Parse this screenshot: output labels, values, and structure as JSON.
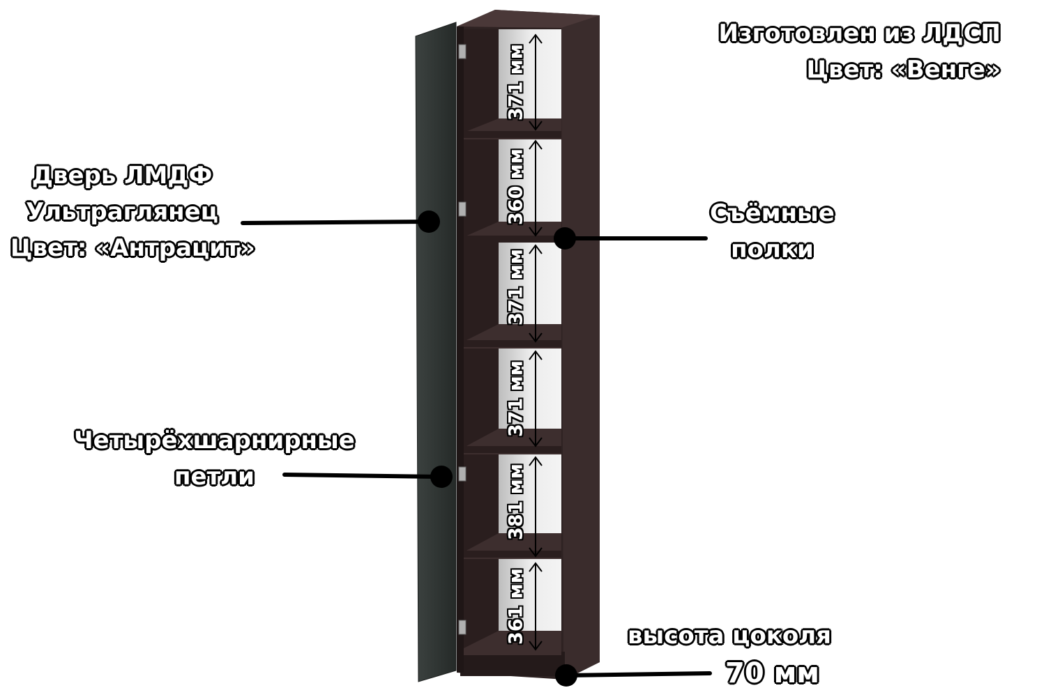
{
  "material": {
    "line1": "Изготовлен из ЛДСП",
    "line2": "Цвет:  «Венге»"
  },
  "door": {
    "line1": "Дверь ЛМДФ",
    "line2": "Ультраглянец",
    "line3": "Цвет: «Антрацит»"
  },
  "shelves": {
    "line1": "Съёмные",
    "line2": "полки"
  },
  "hinges": {
    "line1": "Четырёхшарнирные",
    "line2": "петли"
  },
  "plinth": {
    "line1": "высота цоколя",
    "line2": "70 мм"
  },
  "dimensions": [
    "371 мм",
    "360 мм",
    "371 мм",
    "371 мм",
    "381 мм",
    "361 мм"
  ],
  "colors": {
    "wenge": "#2e2222",
    "anthracite": "#2b302e",
    "inner_back": "#e6e6e6"
  }
}
